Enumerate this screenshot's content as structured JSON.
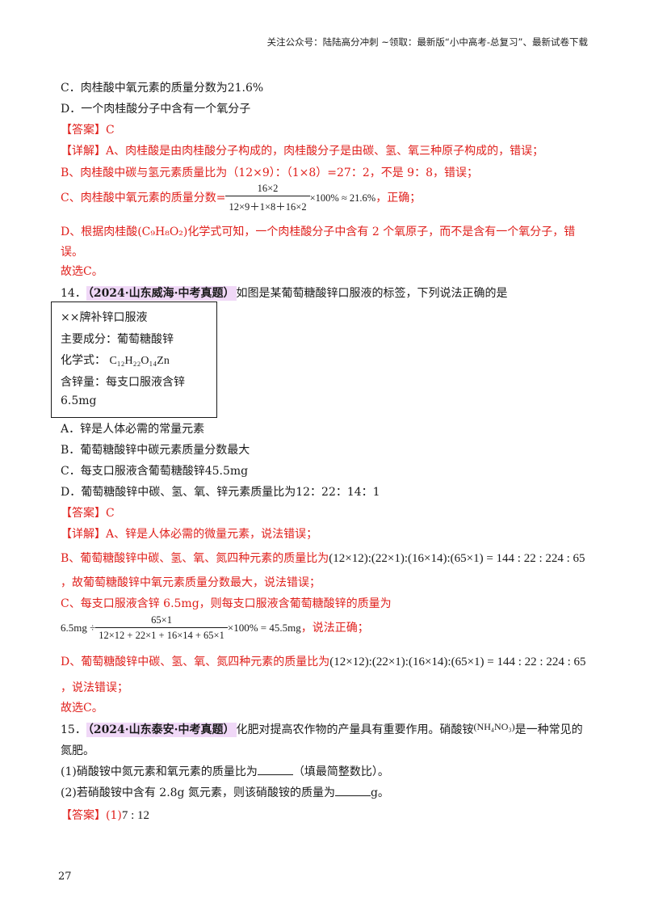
{
  "header": "关注公众号：陆陆高分冲刺 ~领取：最新版“小中高考-总复习”、最新试卷下载",
  "q13": {
    "optC": "C．肉桂酸中氧元素的质量分数为21.6%",
    "optD": "D．一个肉桂酸分子中含有一个氧分子",
    "answer": "【答案】C",
    "detailA": "【详解】A、肉桂酸是由肉桂酸分子构成的，肉桂酸分子是由碳、氢、氧三种原子构成的，错误；",
    "detailB": "B、肉桂酸中碳与氢元素质量比为（12×9）：（1×8）=27：2，不是 9：8，错误；",
    "detailC_pre": "C、肉桂酸中氧元素的质量分数=",
    "detailC_num": "16×2",
    "detailC_den": "12×9＋1×8＋16×2",
    "detailC_tail": "×100% ≈ 21.6%",
    "detailC_post": "，正确；",
    "detailD_1": "D、根据肉桂酸(C₉H₈O₂)化学式可知，一个肉桂酸分子中含有 2 个氧原子，而不是含有一个氧分子，错",
    "detailD_2": "误。",
    "choose": "故选C。"
  },
  "q14": {
    "number": "14．",
    "tag": "（2024·山东威海·中考真题）",
    "stem": "如图是某葡萄糖酸锌口服液的标签，下列说法正确的是",
    "label": {
      "l1": "××牌补锌口服液",
      "l2": "主要成分：葡萄糖酸锌",
      "l3_pre": "化学式：",
      "l3_formula": "C₁₂H₂₂O₁₄Zn",
      "l4": "含锌量：每支口服液含锌",
      "l5": "6.5mg"
    },
    "optA": "A．锌是人体必需的常量元素",
    "optB": "B．葡萄糖酸锌中碳元素质量分数最大",
    "optC": "C．每支口服液含葡萄糖酸锌45.5mg",
    "optD": "D．葡萄糖酸锌中碳、氢、氧、锌元素质量比为12：22：14：1",
    "answer": "【答案】C",
    "detailA": "【详解】A、锌是人体必需的微量元素，说法错误；",
    "detailB_pre": "B、葡萄糖酸锌中碳、氢、氧、氮四种元素的质量比为",
    "ratio": "(12×12):(22×1):(16×14):(65×1) = 144 : 22 : 224 : 65",
    "detailB_post": "，故葡萄糖酸锌中氧元素质量分数最大，说法错误；",
    "detailC_pre": "C、每支口服液含锌 6.5mg，则每支口服液含葡萄糖酸锌的质量为",
    "detailC_lead": "6.5mg ÷",
    "detailC_num": "65×1",
    "detailC_den": "12×12 + 22×1 + 16×14 + 65×1",
    "detailC_tail": "×100% = 45.5mg",
    "detailC_post": "，说法正确；",
    "detailD_pre": "D、葡萄糖酸锌中碳、氢、氧、氮四种元素的质量比为",
    "detailD_post": "，说法错误；",
    "choose": "故选C。"
  },
  "q15": {
    "number": "15．",
    "tag": "（2024·山东泰安·中考真题）",
    "stem_pre": "化肥对提高农作物的产量具有重要作用。硝酸铵",
    "formula": "(NH₄NO₃)",
    "stem_post": "是一种常见的",
    "stem_2": "氮肥。",
    "q1_pre": "(1)硝酸铵中氮元素和氧元素的质量比为",
    "q1_post": "（填最简整数比）。",
    "q2_pre": "(2)若硝酸铵中含有 2.8g 氮元素，则该硝酸铵的质量为",
    "q2_post": "g。",
    "answer_pre": "【答案】(1)",
    "answer_val": "7 : 12"
  },
  "page_number": "27"
}
